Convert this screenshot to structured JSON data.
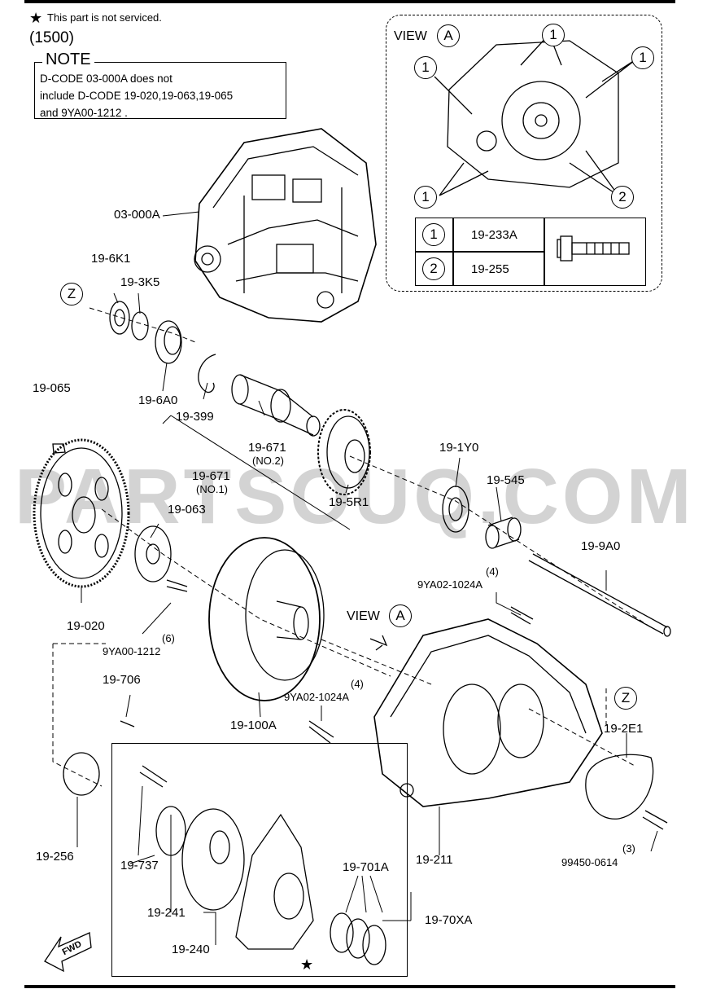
{
  "header": {
    "star_symbol": "★",
    "star_note": "This part is not serviced.",
    "group_code": "(1500)"
  },
  "note": {
    "title": "NOTE",
    "line1": "D-CODE 03-000A does not",
    "line2": "include D-CODE 19-020,19-063,19-065",
    "line3": "and 9YA00-1212 ."
  },
  "view_a": {
    "title": "VIEW",
    "letter": "A",
    "callouts": [
      "1",
      "1",
      "1",
      "1",
      "2"
    ],
    "table": [
      {
        "key": "1",
        "part": "19-233A"
      },
      {
        "key": "2",
        "part": "19-255"
      }
    ]
  },
  "parts": {
    "p03_000A": "03-000A",
    "p19_6K1": "19-6K1",
    "p19_3K5": "19-3K5",
    "z_top": "Z",
    "p19_6A0": "19-6A0",
    "p19_399": "19-399",
    "p19_065": "19-065",
    "p19_671_no2": "19-671",
    "p19_671_no2_sub": "(NO.2)",
    "p19_671_no1": "19-671",
    "p19_671_no1_sub": "(NO.1)",
    "p19_5R1": "19-5R1",
    "p19_1Y0": "19-1Y0",
    "p19_545": "19-545",
    "p19_063": "19-063",
    "p19_9A0": "19-9A0",
    "qty4_a": "(4)",
    "p9YA02_a": "9YA02-1024A",
    "view_a2_title": "VIEW",
    "view_a2_letter": "A",
    "p19_020": "19-020",
    "qty6": "(6)",
    "p9YA00_1212": "9YA00-1212",
    "p19_706": "19-706",
    "qty4_b": "(4)",
    "p9YA02_b": "9YA02-1024A",
    "p19_100A": "19-100A",
    "z_right": "Z",
    "p19_2E1": "19-2E1",
    "p19_256": "19-256",
    "p19_737": "19-737",
    "p19_241": "19-241",
    "p19_240": "19-240",
    "p19_701A": "19-701A",
    "p19_70XA": "19-70XA",
    "p19_211": "19-211",
    "qty3": "(3)",
    "p99450": "99450-0614",
    "star_bottom": "★",
    "fwd": "FWD"
  },
  "watermark": "PARTSOUQ.COM"
}
